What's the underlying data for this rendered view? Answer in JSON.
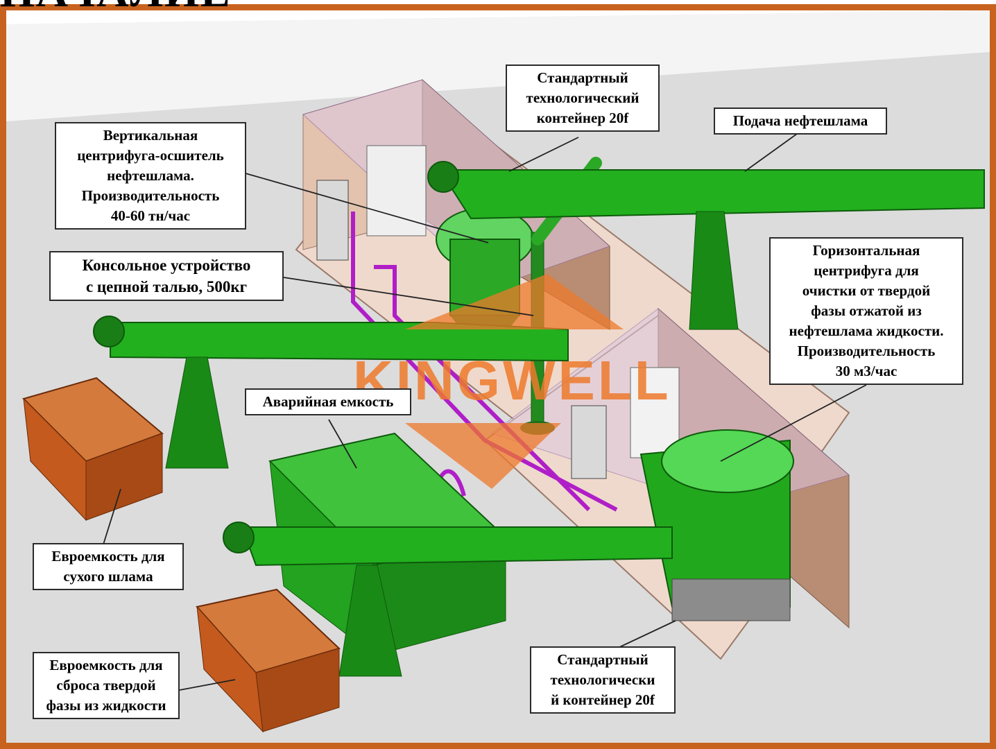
{
  "title_fragment": "НАЧАЛИЕ",
  "watermark": "KINGWELL",
  "colors": {
    "frame": "#c8631f",
    "equipment": "#22b01e",
    "container_wall": "#e6c4b0",
    "euro_container": "#c45a1e",
    "pipe": "#b01ec8",
    "floor": "#d9d9d9"
  },
  "callouts": {
    "container_top": [
      "Стандартный",
      "технологический",
      "контейнер 20f"
    ],
    "sludge_feed": [
      "Подача нефтешлама"
    ],
    "vertical_centrifuge": [
      "Вертикальная",
      "центрифуга-осшитель",
      "нефтешлама.",
      "Производительность",
      "40-60 тн/час"
    ],
    "console_hoist": [
      "Консольное устройство",
      "с цепной талью, 500кг"
    ],
    "horizontal_centrifuge": [
      "Горизонтальная",
      "центрифуга для",
      "очистки от твердой",
      "фазы отжатой из",
      "нефтешлама жидкости.",
      "Производительность",
      "30 м3/час"
    ],
    "emergency_tank": [
      "Аварийная емкость"
    ],
    "euro_dry": [
      "Евроемкость для",
      "сухого шлама"
    ],
    "euro_solid": [
      "Евроемкость для",
      "сброса твердой",
      "фазы из жидкости"
    ],
    "container_bottom": [
      "Стандартный",
      "технологически",
      "й контейнер 20f"
    ]
  }
}
